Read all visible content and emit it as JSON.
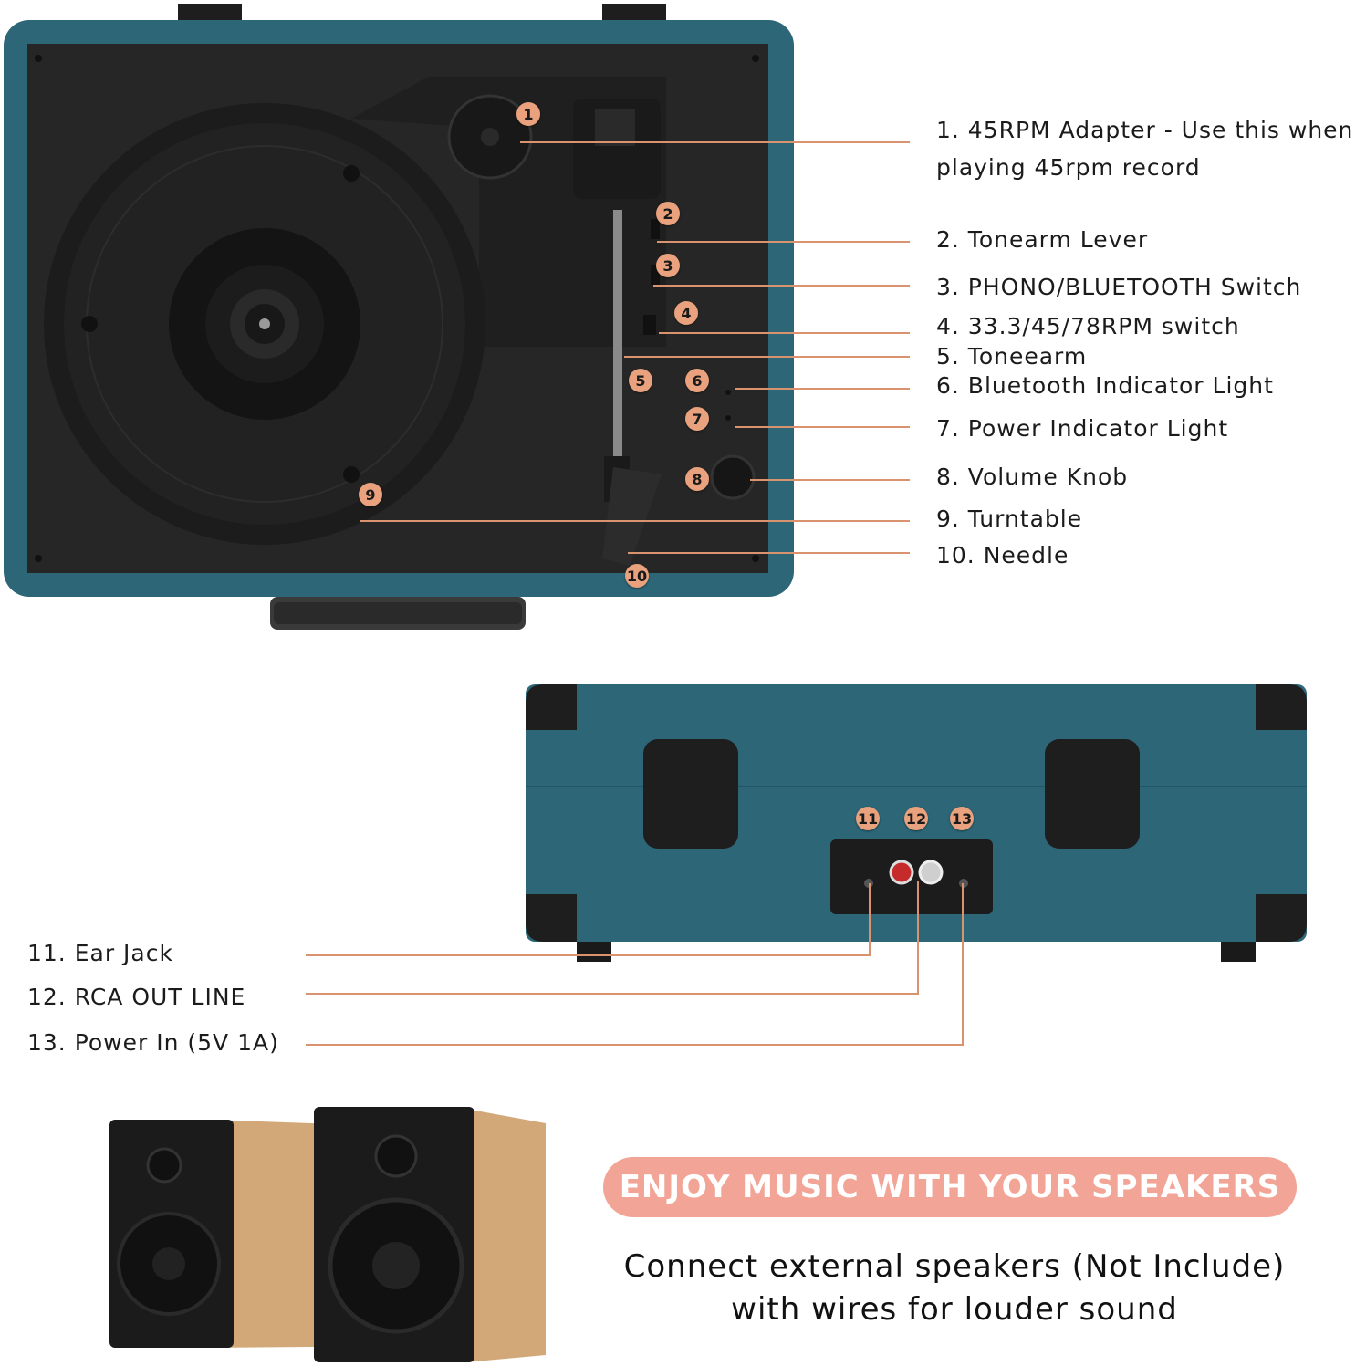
{
  "top_callouts": [
    {
      "num": "1",
      "line1": "1. 45RPM Adapter - Use this when",
      "line2": "playing 45rpm record"
    },
    {
      "num": "2",
      "line1": "2. Tonearm Lever"
    },
    {
      "num": "3",
      "line1": "3. PHONO/BLUETOOTH Switch"
    },
    {
      "num": "4",
      "line1": "4. 33.3/45/78RPM switch"
    },
    {
      "num": "5",
      "line1": "5. Toneearm"
    },
    {
      "num": "6",
      "line1": "6. Bluetooth Indicator Light"
    },
    {
      "num": "7",
      "line1": "7. Power Indicator Light"
    },
    {
      "num": "8",
      "line1": "8. Volume Knob"
    },
    {
      "num": "9",
      "line1": "9. Turntable"
    },
    {
      "num": "10",
      "line1": "10. Needle"
    }
  ],
  "back_callouts": [
    {
      "num": "11",
      "label": "11. Ear Jack"
    },
    {
      "num": "12",
      "label": "12. RCA OUT LINE"
    },
    {
      "num": "13",
      "label": "13. Power In (5V 1A)"
    }
  ],
  "promo": {
    "banner": "ENJOY MUSIC WITH YOUR SPEAKERS",
    "caption_line1": "Connect external speakers (Not Include)",
    "caption_line2": "with wires for louder sound"
  },
  "colors": {
    "case_teal": "#2c6677",
    "deck_black": "#262626",
    "accent_orange": "#e9a27d",
    "banner_pink": "#f2a596",
    "wood": "#d3a878"
  }
}
